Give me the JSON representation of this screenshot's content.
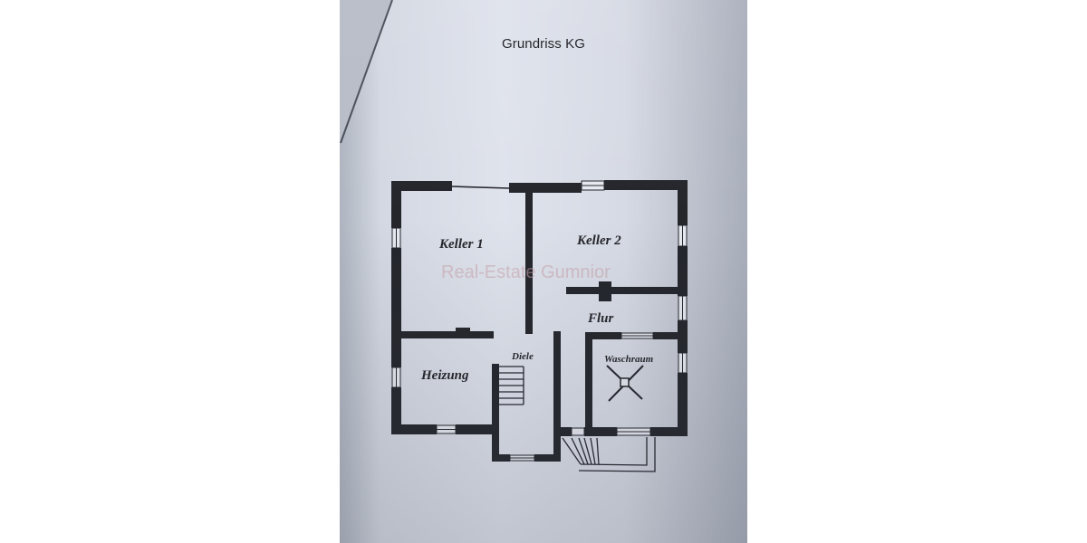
{
  "document": {
    "title": "Grundriss KG",
    "watermark": "Real-Estate Gumnior",
    "rooms": [
      {
        "id": "keller1",
        "label": "Keller 1"
      },
      {
        "id": "keller2",
        "label": "Keller 2"
      },
      {
        "id": "flur",
        "label": "Flur"
      },
      {
        "id": "diele",
        "label": "Diele"
      },
      {
        "id": "heizung",
        "label": "Heizung"
      },
      {
        "id": "waschraum",
        "label": "Waschraum"
      }
    ]
  },
  "colors": {
    "wall": "#24262c",
    "paper": "#dfe3ec",
    "background": "#ffffff"
  }
}
